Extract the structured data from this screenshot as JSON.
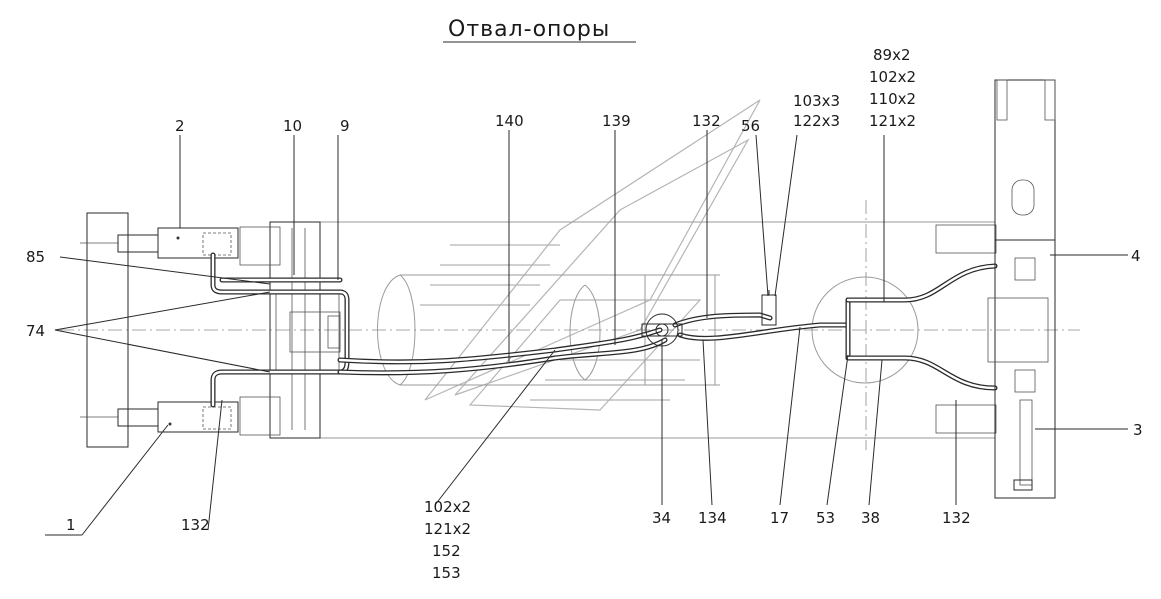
{
  "title": "Отвал-опоры",
  "callouts": {
    "c1": "1",
    "c2": "2",
    "c3": "3",
    "c4": "4",
    "c9": "9",
    "c10": "10",
    "c17": "17",
    "c34": "34",
    "c38": "38",
    "c53": "53",
    "c56": "56",
    "c74": "74",
    "c85": "85",
    "c132_left": "132",
    "c132_top": "132",
    "c132_right": "132",
    "c134": "134",
    "c139": "139",
    "c140": "140",
    "group_bottom": [
      "102x2",
      "121x2",
      "152",
      "153"
    ],
    "group_top_mid": [
      "103x3",
      "122x3"
    ],
    "group_top_right": [
      "89x2",
      "102x2",
      "110x2",
      "121x2"
    ]
  }
}
